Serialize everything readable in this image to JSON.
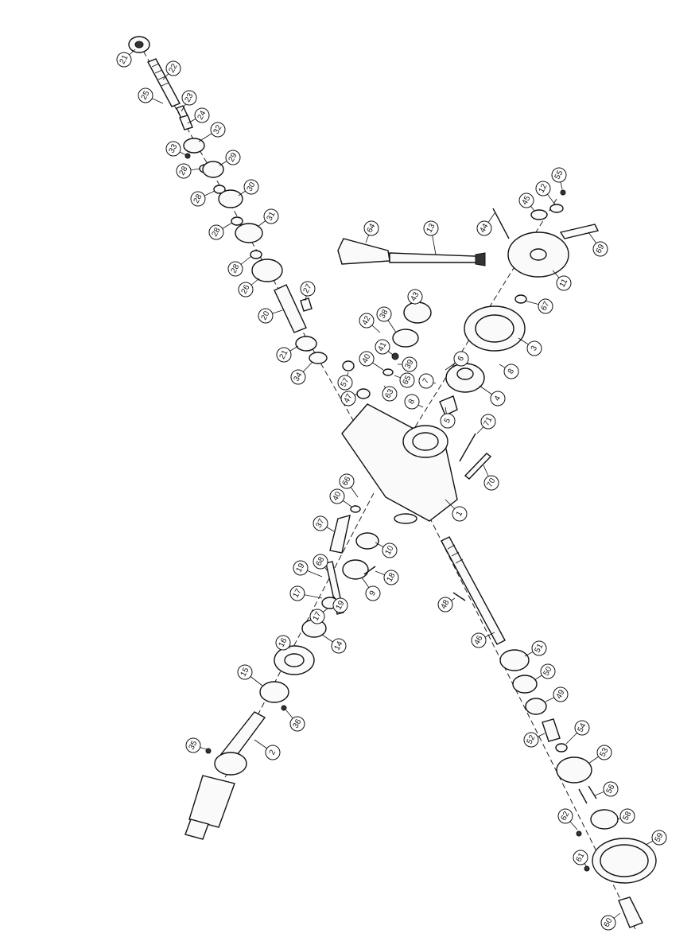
{
  "diagram": {
    "callouts": [
      {
        "id": "21-top",
        "label": "21"
      },
      {
        "id": "22",
        "label": "22"
      },
      {
        "id": "25",
        "label": "25"
      },
      {
        "id": "23",
        "label": "23"
      },
      {
        "id": "24",
        "label": "24"
      },
      {
        "id": "33",
        "label": "33"
      },
      {
        "id": "32",
        "label": "32"
      },
      {
        "id": "28-a",
        "label": "28"
      },
      {
        "id": "29",
        "label": "29"
      },
      {
        "id": "28-b",
        "label": "28"
      },
      {
        "id": "30",
        "label": "30"
      },
      {
        "id": "28-c",
        "label": "28"
      },
      {
        "id": "31",
        "label": "31"
      },
      {
        "id": "28-d",
        "label": "28"
      },
      {
        "id": "26",
        "label": "26"
      },
      {
        "id": "27",
        "label": "27"
      },
      {
        "id": "20",
        "label": "20"
      },
      {
        "id": "21-mid",
        "label": "21"
      },
      {
        "id": "34",
        "label": "34"
      },
      {
        "id": "64",
        "label": "64"
      },
      {
        "id": "13",
        "label": "13"
      },
      {
        "id": "55",
        "label": "55"
      },
      {
        "id": "12",
        "label": "12"
      },
      {
        "id": "45",
        "label": "45"
      },
      {
        "id": "44",
        "label": "44"
      },
      {
        "id": "69",
        "label": "69"
      },
      {
        "id": "11",
        "label": "11"
      },
      {
        "id": "67",
        "label": "67"
      },
      {
        "id": "43",
        "label": "43"
      },
      {
        "id": "42",
        "label": "42"
      },
      {
        "id": "38-top",
        "label": "38"
      },
      {
        "id": "41",
        "label": "41"
      },
      {
        "id": "40-top",
        "label": "40"
      },
      {
        "id": "39",
        "label": "39"
      },
      {
        "id": "57",
        "label": "57"
      },
      {
        "id": "65",
        "label": "65"
      },
      {
        "id": "63",
        "label": "63"
      },
      {
        "id": "47",
        "label": "47"
      },
      {
        "id": "3",
        "label": "3"
      },
      {
        "id": "8-right",
        "label": "8"
      },
      {
        "id": "6",
        "label": "6"
      },
      {
        "id": "7",
        "label": "7"
      },
      {
        "id": "4",
        "label": "4"
      },
      {
        "id": "8-left",
        "label": "8"
      },
      {
        "id": "5",
        "label": "5"
      },
      {
        "id": "71",
        "label": "71"
      },
      {
        "id": "70",
        "label": "70"
      },
      {
        "id": "1",
        "label": "1"
      },
      {
        "id": "66",
        "label": "66"
      },
      {
        "id": "40-low",
        "label": "40"
      },
      {
        "id": "37",
        "label": "37"
      },
      {
        "id": "10",
        "label": "10"
      },
      {
        "id": "19-a",
        "label": "19"
      },
      {
        "id": "68",
        "label": "68"
      },
      {
        "id": "18",
        "label": "18"
      },
      {
        "id": "9",
        "label": "9"
      },
      {
        "id": "17-a",
        "label": "17"
      },
      {
        "id": "19-b",
        "label": "19"
      },
      {
        "id": "17-b",
        "label": "17"
      },
      {
        "id": "14",
        "label": "14"
      },
      {
        "id": "48",
        "label": "48"
      },
      {
        "id": "46",
        "label": "46"
      },
      {
        "id": "16",
        "label": "16"
      },
      {
        "id": "15",
        "label": "15"
      },
      {
        "id": "51",
        "label": "51"
      },
      {
        "id": "50",
        "label": "50"
      },
      {
        "id": "36",
        "label": "36"
      },
      {
        "id": "49",
        "label": "49"
      },
      {
        "id": "35",
        "label": "35"
      },
      {
        "id": "2",
        "label": "2"
      },
      {
        "id": "52",
        "label": "52"
      },
      {
        "id": "54",
        "label": "54"
      },
      {
        "id": "53",
        "label": "53"
      },
      {
        "id": "56",
        "label": "56"
      },
      {
        "id": "62",
        "label": "62"
      },
      {
        "id": "58",
        "label": "58"
      },
      {
        "id": "59",
        "label": "59"
      },
      {
        "id": "61",
        "label": "61"
      },
      {
        "id": "60",
        "label": "60"
      }
    ]
  }
}
